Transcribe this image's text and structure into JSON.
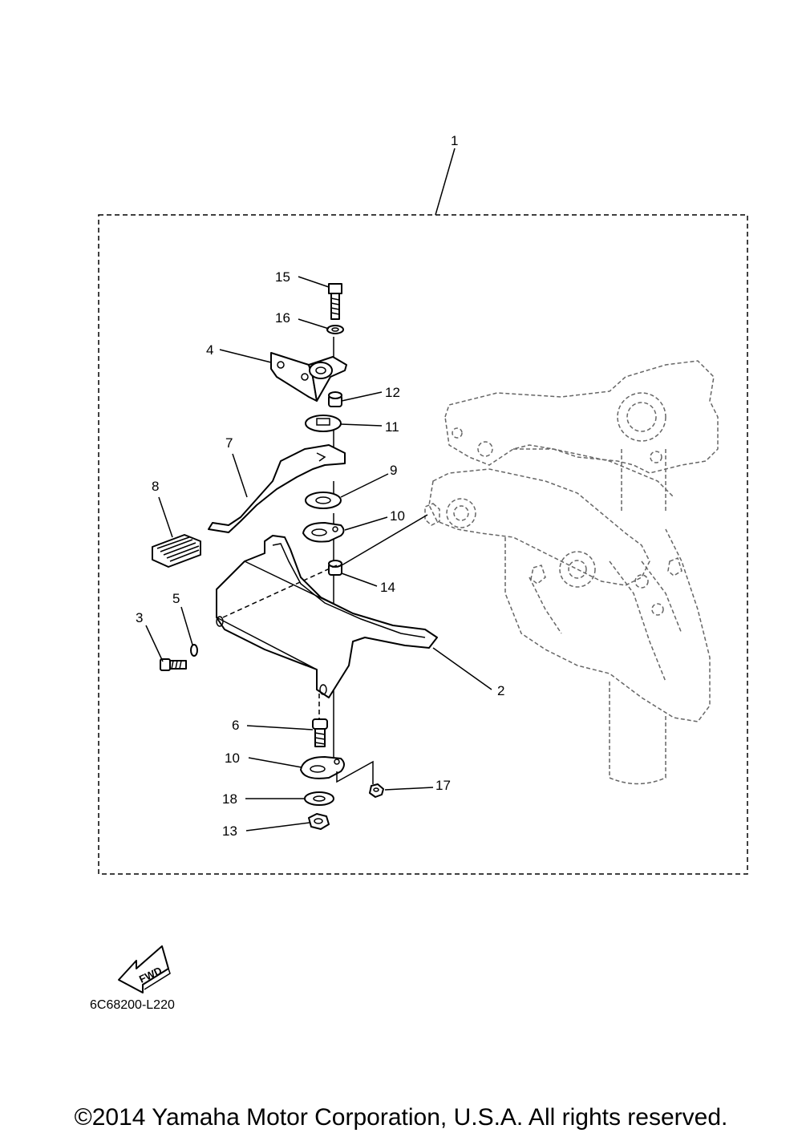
{
  "labels": {
    "l1": "1",
    "l2": "2",
    "l3": "3",
    "l4": "4",
    "l5": "5",
    "l6": "6",
    "l7": "7",
    "l8": "8",
    "l9": "9",
    "l10a": "10",
    "l10b": "10",
    "l11": "11",
    "l12": "12",
    "l13": "13",
    "l14": "14",
    "l15": "15",
    "l16": "16",
    "l17": "17",
    "l18": "18"
  },
  "fwd_label": "FWD",
  "catalog_code": "6C68200-L220",
  "copyright": "©2014 Yamaha Motor Corporation, U.S.A. All rights reserved."
}
